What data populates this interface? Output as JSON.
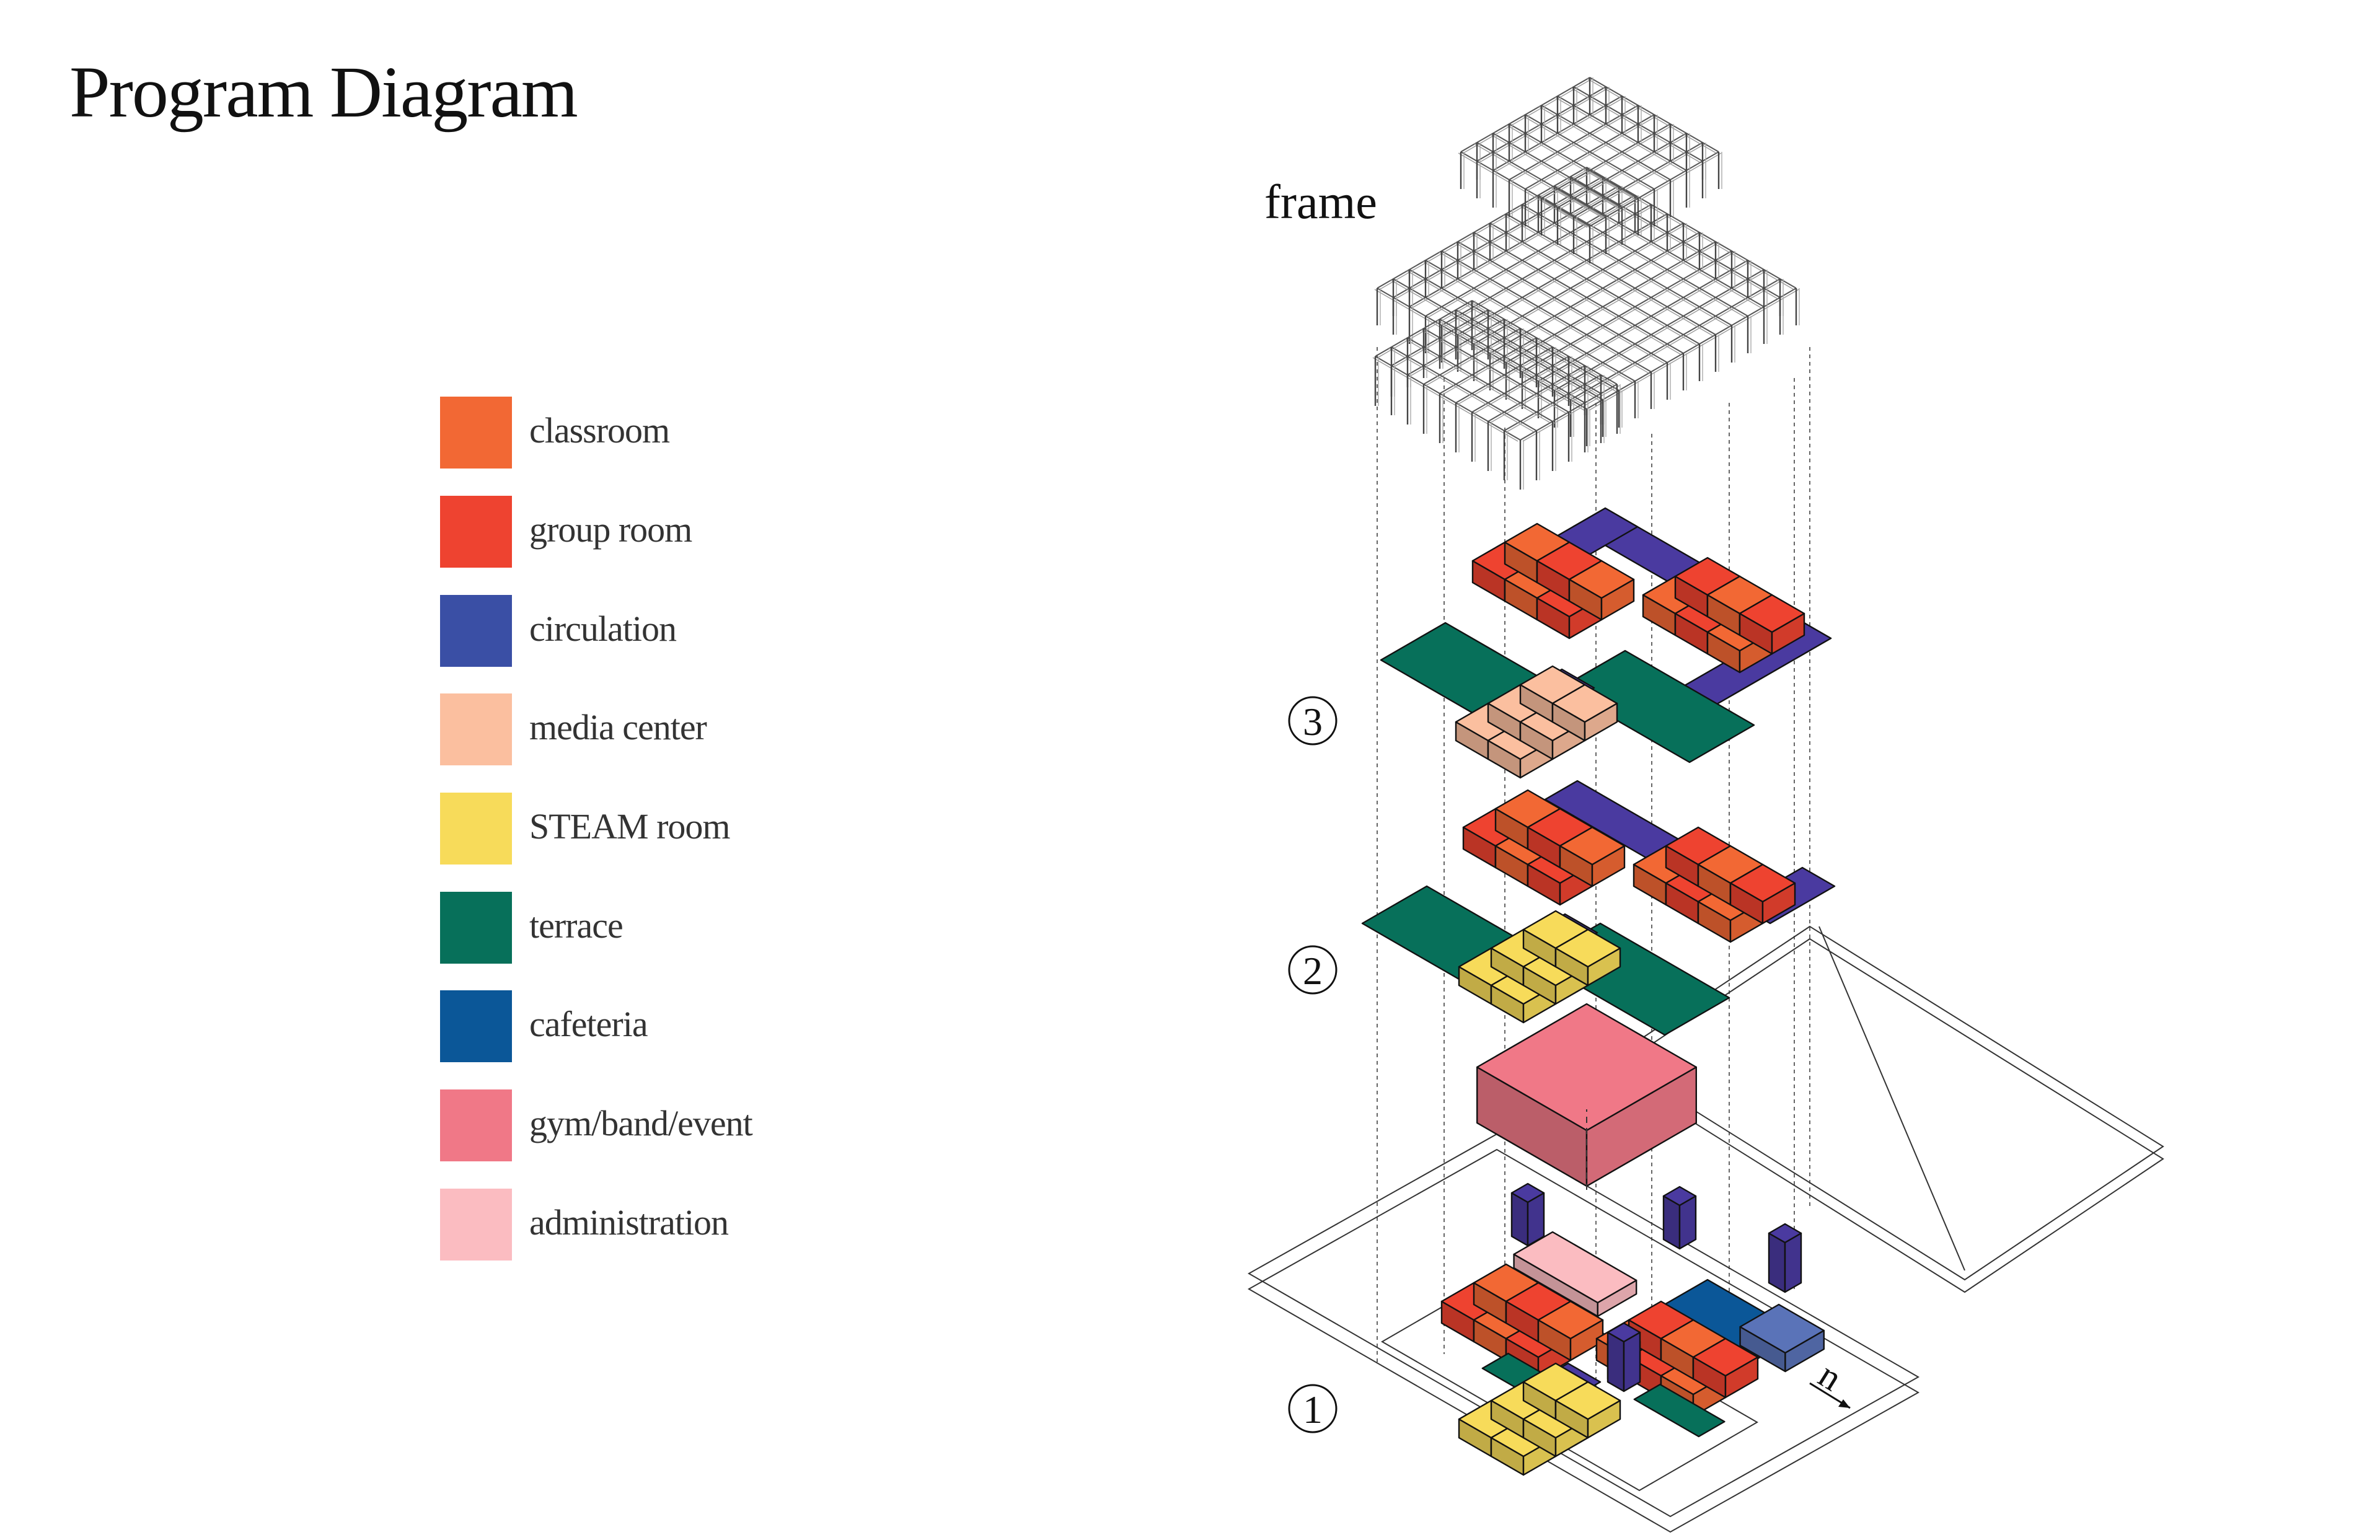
{
  "title": "Program Diagram",
  "legend": [
    {
      "label": "classroom",
      "color": "#f26834"
    },
    {
      "label": "group room",
      "color": "#ee4330"
    },
    {
      "label": "circulation",
      "color": "#3a4fa5"
    },
    {
      "label": "media center",
      "color": "#fbbf9f"
    },
    {
      "label": "STEAM room",
      "color": "#f7db5a"
    },
    {
      "label": "terrace",
      "color": "#07705a"
    },
    {
      "label": "cafeteria",
      "color": "#0b5798"
    },
    {
      "label": "gym/band/event",
      "color": "#f07887"
    },
    {
      "label": "administration",
      "color": "#fbbcc1"
    }
  ],
  "diagram": {
    "frame_label": "frame",
    "level_labels": [
      "3",
      "2",
      "1"
    ],
    "north_label": "n"
  }
}
